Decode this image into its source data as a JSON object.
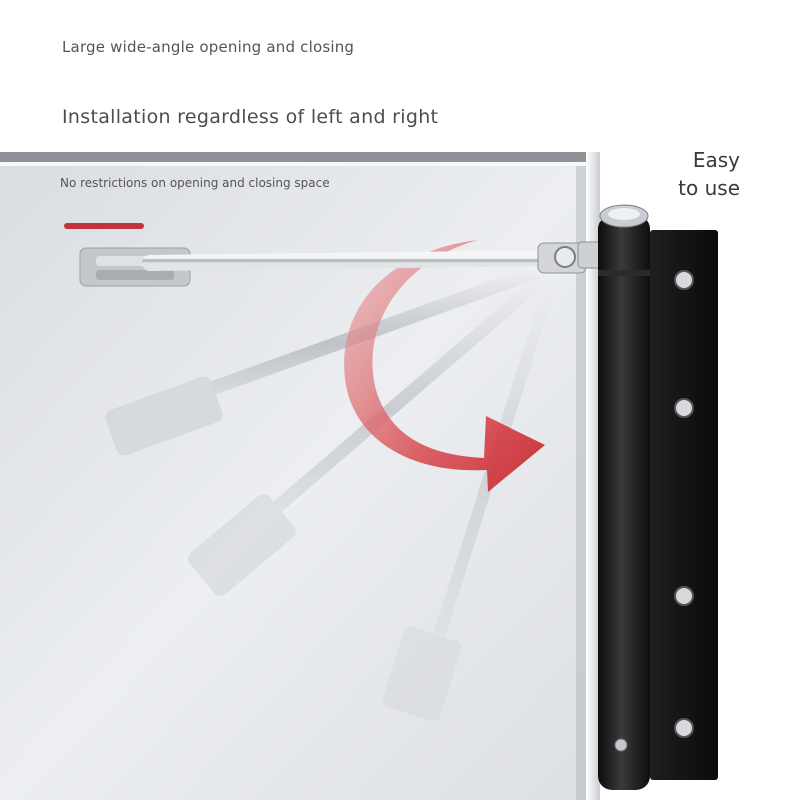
{
  "texts": {
    "headline_small": "Large wide-angle opening and closing",
    "headline_large": "Installation regardless of left and right",
    "caption": "No restrictions on opening and closing space",
    "side_title_line1": "Easy",
    "side_title_line2": "to use"
  },
  "colors": {
    "accent": "#c0343e",
    "arrow": "#d23a3f",
    "closer_body": "#1c1c1c",
    "door_panel": "#e4e6ea",
    "steel": "#c9ccd0"
  },
  "icons": {
    "rotation_arrow": "curved-arrow-icon"
  }
}
